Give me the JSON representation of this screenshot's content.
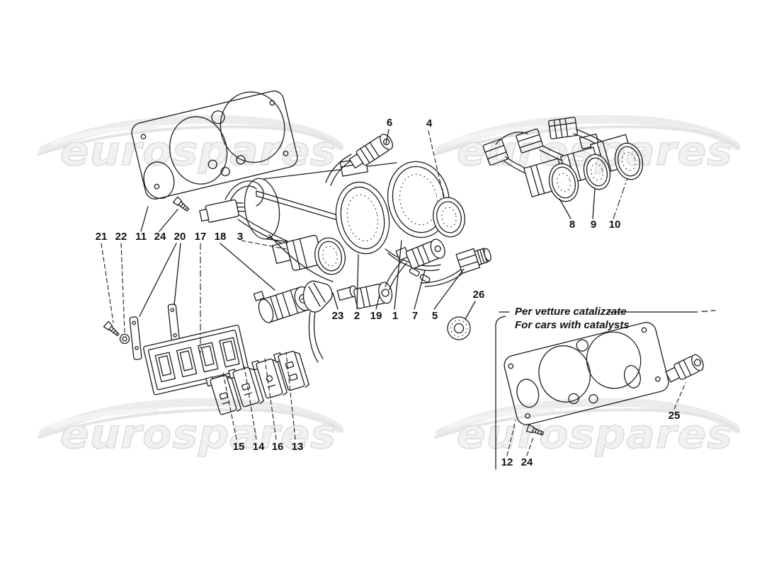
{
  "watermark": {
    "text": "eurospares"
  },
  "catalyst_note": {
    "line1": "Per vetture catalizzate",
    "line2": "For cars with catalysts"
  },
  "callouts": {
    "c1": "1",
    "c2": "2",
    "c3": "3",
    "c4": "4",
    "c5": "5",
    "c6": "6",
    "c7": "7",
    "c8": "8",
    "c9": "9",
    "c10": "10",
    "c11": "11",
    "c12": "12",
    "c13": "13",
    "c14": "14",
    "c15": "15",
    "c16": "16",
    "c17": "17",
    "c18": "18",
    "c19": "19",
    "c20": "20",
    "c21": "21",
    "c22": "22",
    "c23": "23",
    "c24": "24",
    "c25": "25",
    "c26": "26"
  },
  "colors": {
    "line": "#1c1c1c",
    "label": "#111111",
    "watermark-fill": "#f1f1f1",
    "watermark-stroke": "#dddddd",
    "swoosh": "#ececec"
  }
}
